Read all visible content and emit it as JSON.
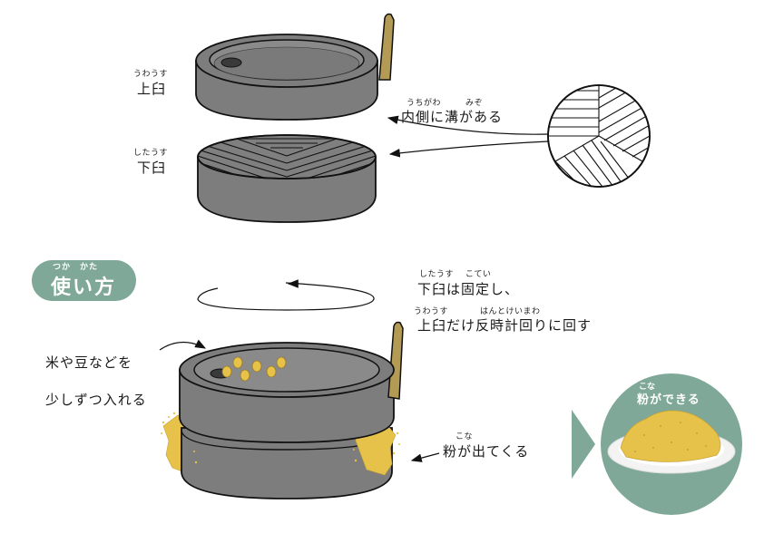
{
  "labels": {
    "upper_stone_ruby": "うわうす",
    "upper_stone": "上臼",
    "lower_stone_ruby": "したうす",
    "lower_stone": "下臼",
    "groove_ruby_1": "うちがわ",
    "groove_ruby_2": "みぞ",
    "groove": "内側に溝がある"
  },
  "usage": {
    "badge_ruby": "つか　かた",
    "badge_title": "使い方",
    "step1_ruby": "したうす　 こてい",
    "step1": "下臼は固定し、",
    "step2_ruby_1": "うわうす",
    "step2_ruby_2": "はんとけいまわ",
    "step2": "上臼だけ反時計回りに回す",
    "input_line1": "米や豆などを",
    "input_line2": "少しずつ入れる",
    "output_ruby": "こな",
    "output": "粉が出てくる"
  },
  "result": {
    "ruby": "こな",
    "title": "粉ができる"
  },
  "colors": {
    "stone": "#7d7d7d",
    "stone_dark": "#5a5a5a",
    "handle": "#b39a55",
    "flour": "#e6c24a",
    "accent_green": "#7fa898"
  }
}
